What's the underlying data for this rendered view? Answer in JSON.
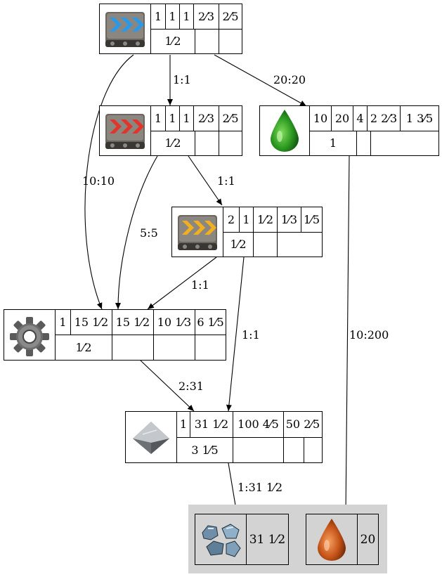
{
  "nodes": {
    "belt_blue": {
      "icon": "express-transport-belt-icon",
      "top": [
        "1",
        "1",
        "1",
        "2⁄3",
        "2⁄5"
      ],
      "bottom": [
        "1⁄2",
        "",
        ""
      ]
    },
    "belt_red": {
      "icon": "fast-transport-belt-icon",
      "top": [
        "1",
        "1",
        "1",
        "2⁄3",
        "2⁄5"
      ],
      "bottom": [
        "1⁄2",
        "",
        ""
      ]
    },
    "belt_yellow": {
      "icon": "transport-belt-icon",
      "top": [
        "2",
        "1",
        "1⁄2",
        "1⁄3",
        "1⁄5"
      ],
      "bottom": [
        "1⁄2",
        "",
        ""
      ]
    },
    "lubricant": {
      "icon": "lubricant-icon",
      "top": [
        "10",
        "20",
        "4",
        "2 2⁄3",
        "1 3⁄5"
      ],
      "bottom": [
        "1",
        "",
        ""
      ]
    },
    "gear": {
      "icon": "iron-gear-wheel-icon",
      "top": [
        "1",
        "15 1⁄2",
        "15 1⁄2",
        "10 1⁄3",
        "6 1⁄5"
      ],
      "bottom": [
        "1⁄2",
        "",
        "",
        ""
      ]
    },
    "iron_plate": {
      "icon": "iron-plate-icon",
      "top": [
        "1",
        "31 1⁄2",
        "100 4⁄5",
        "50 2⁄5"
      ],
      "bottom": [
        "3 1⁄5",
        "",
        "",
        ""
      ]
    }
  },
  "outputs": {
    "iron_ore": {
      "icon": "iron-ore-icon",
      "value": "31 1⁄2"
    },
    "heavy_oil": {
      "icon": "heavy-oil-icon",
      "value": "20"
    }
  },
  "edges": [
    {
      "from": "belt_blue",
      "to": "belt_red",
      "label": "1:1"
    },
    {
      "from": "belt_blue",
      "to": "lubricant",
      "label": "20:20"
    },
    {
      "from": "belt_blue",
      "to": "gear",
      "label": "10:10"
    },
    {
      "from": "belt_red",
      "to": "belt_yellow",
      "label": "1:1"
    },
    {
      "from": "belt_red",
      "to": "gear",
      "label": "5:5"
    },
    {
      "from": "belt_yellow",
      "to": "gear",
      "label": "1:1"
    },
    {
      "from": "belt_yellow",
      "to": "iron_plate",
      "label": "1:1"
    },
    {
      "from": "lubricant",
      "to": "heavy_oil",
      "label": "10:200"
    },
    {
      "from": "gear",
      "to": "iron_plate",
      "label": "2:31"
    },
    {
      "from": "iron_plate",
      "to": "iron_ore",
      "label": "1:31 1⁄2"
    }
  ]
}
